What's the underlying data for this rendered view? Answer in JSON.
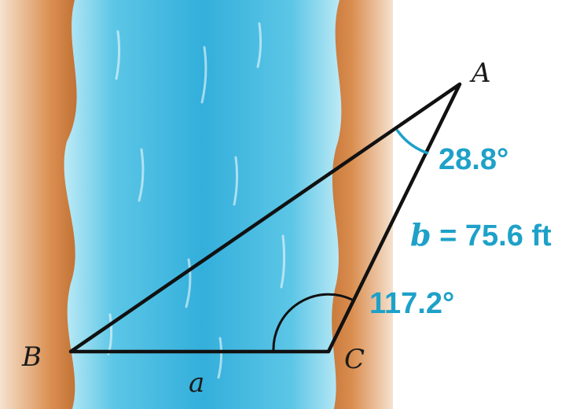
{
  "vertices": {
    "A": "A",
    "B": "B",
    "C": "C"
  },
  "side_a_label": "a",
  "side_b": {
    "variable": "b",
    "equals_value": " = 75.6 ft"
  },
  "angle_A_label": "28.8°",
  "angle_C_label": "117.2°",
  "colors": {
    "bank": "#c8773c",
    "water": "#3cb4dc",
    "water_light": "#a9e2f2",
    "outline": "#111111",
    "annotation": "#1ea1c8"
  }
}
